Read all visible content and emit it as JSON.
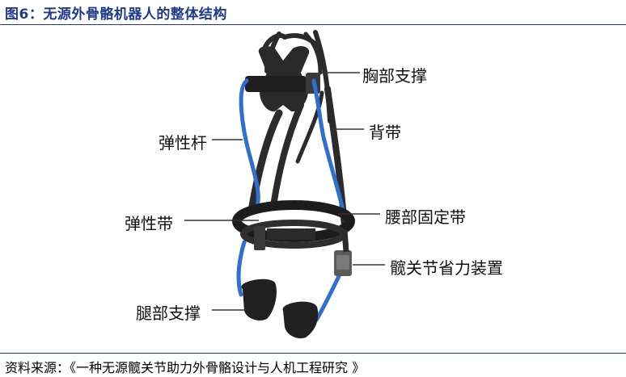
{
  "figure": {
    "title": "图6：无源外骨骼机器人的整体结构",
    "source": "资料来源：《一种无源髋关节助力外骨骼设计与人机工程研究 》"
  },
  "labels": {
    "chest_support": "胸部支撑",
    "back_strap": "背带",
    "elastic_rod": "弹性杆",
    "elastic_band": "弹性带",
    "waist_belt": "腰部固定带",
    "hip_device": "髋关节省力装置",
    "leg_support": "腿部支撑"
  },
  "colors": {
    "title": "#1f3a8a",
    "strap": "#2b2b2b",
    "rod": "#2f6fd0"
  }
}
